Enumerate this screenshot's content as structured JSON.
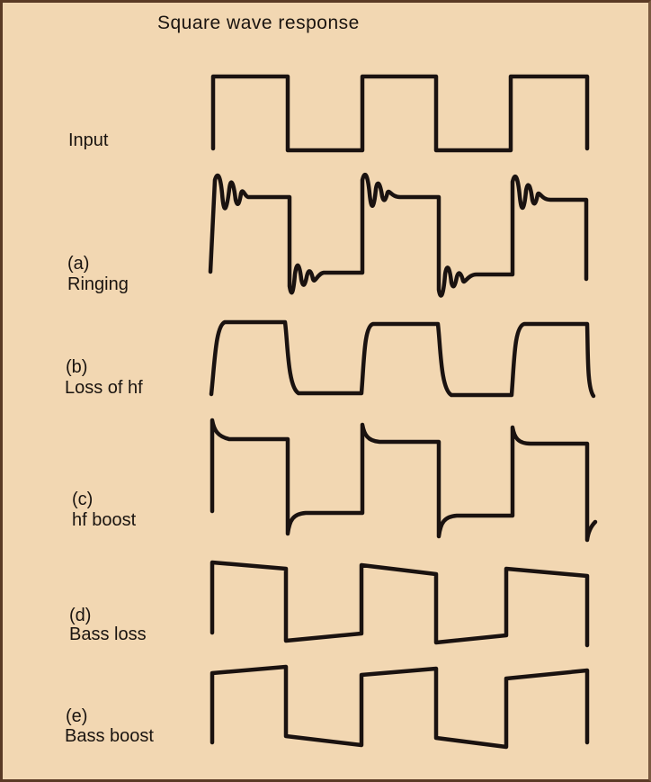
{
  "title": "Square wave response",
  "traces": [
    {
      "label": "Input"
    },
    {
      "tag": "(a)",
      "label": "Ringing"
    },
    {
      "tag": "(b)",
      "label": "Loss of hf"
    },
    {
      "tag": "(c)",
      "label": "hf boost"
    },
    {
      "tag": "(d)",
      "label": "Bass loss"
    },
    {
      "tag": "(e)",
      "label": "Bass boost"
    }
  ]
}
